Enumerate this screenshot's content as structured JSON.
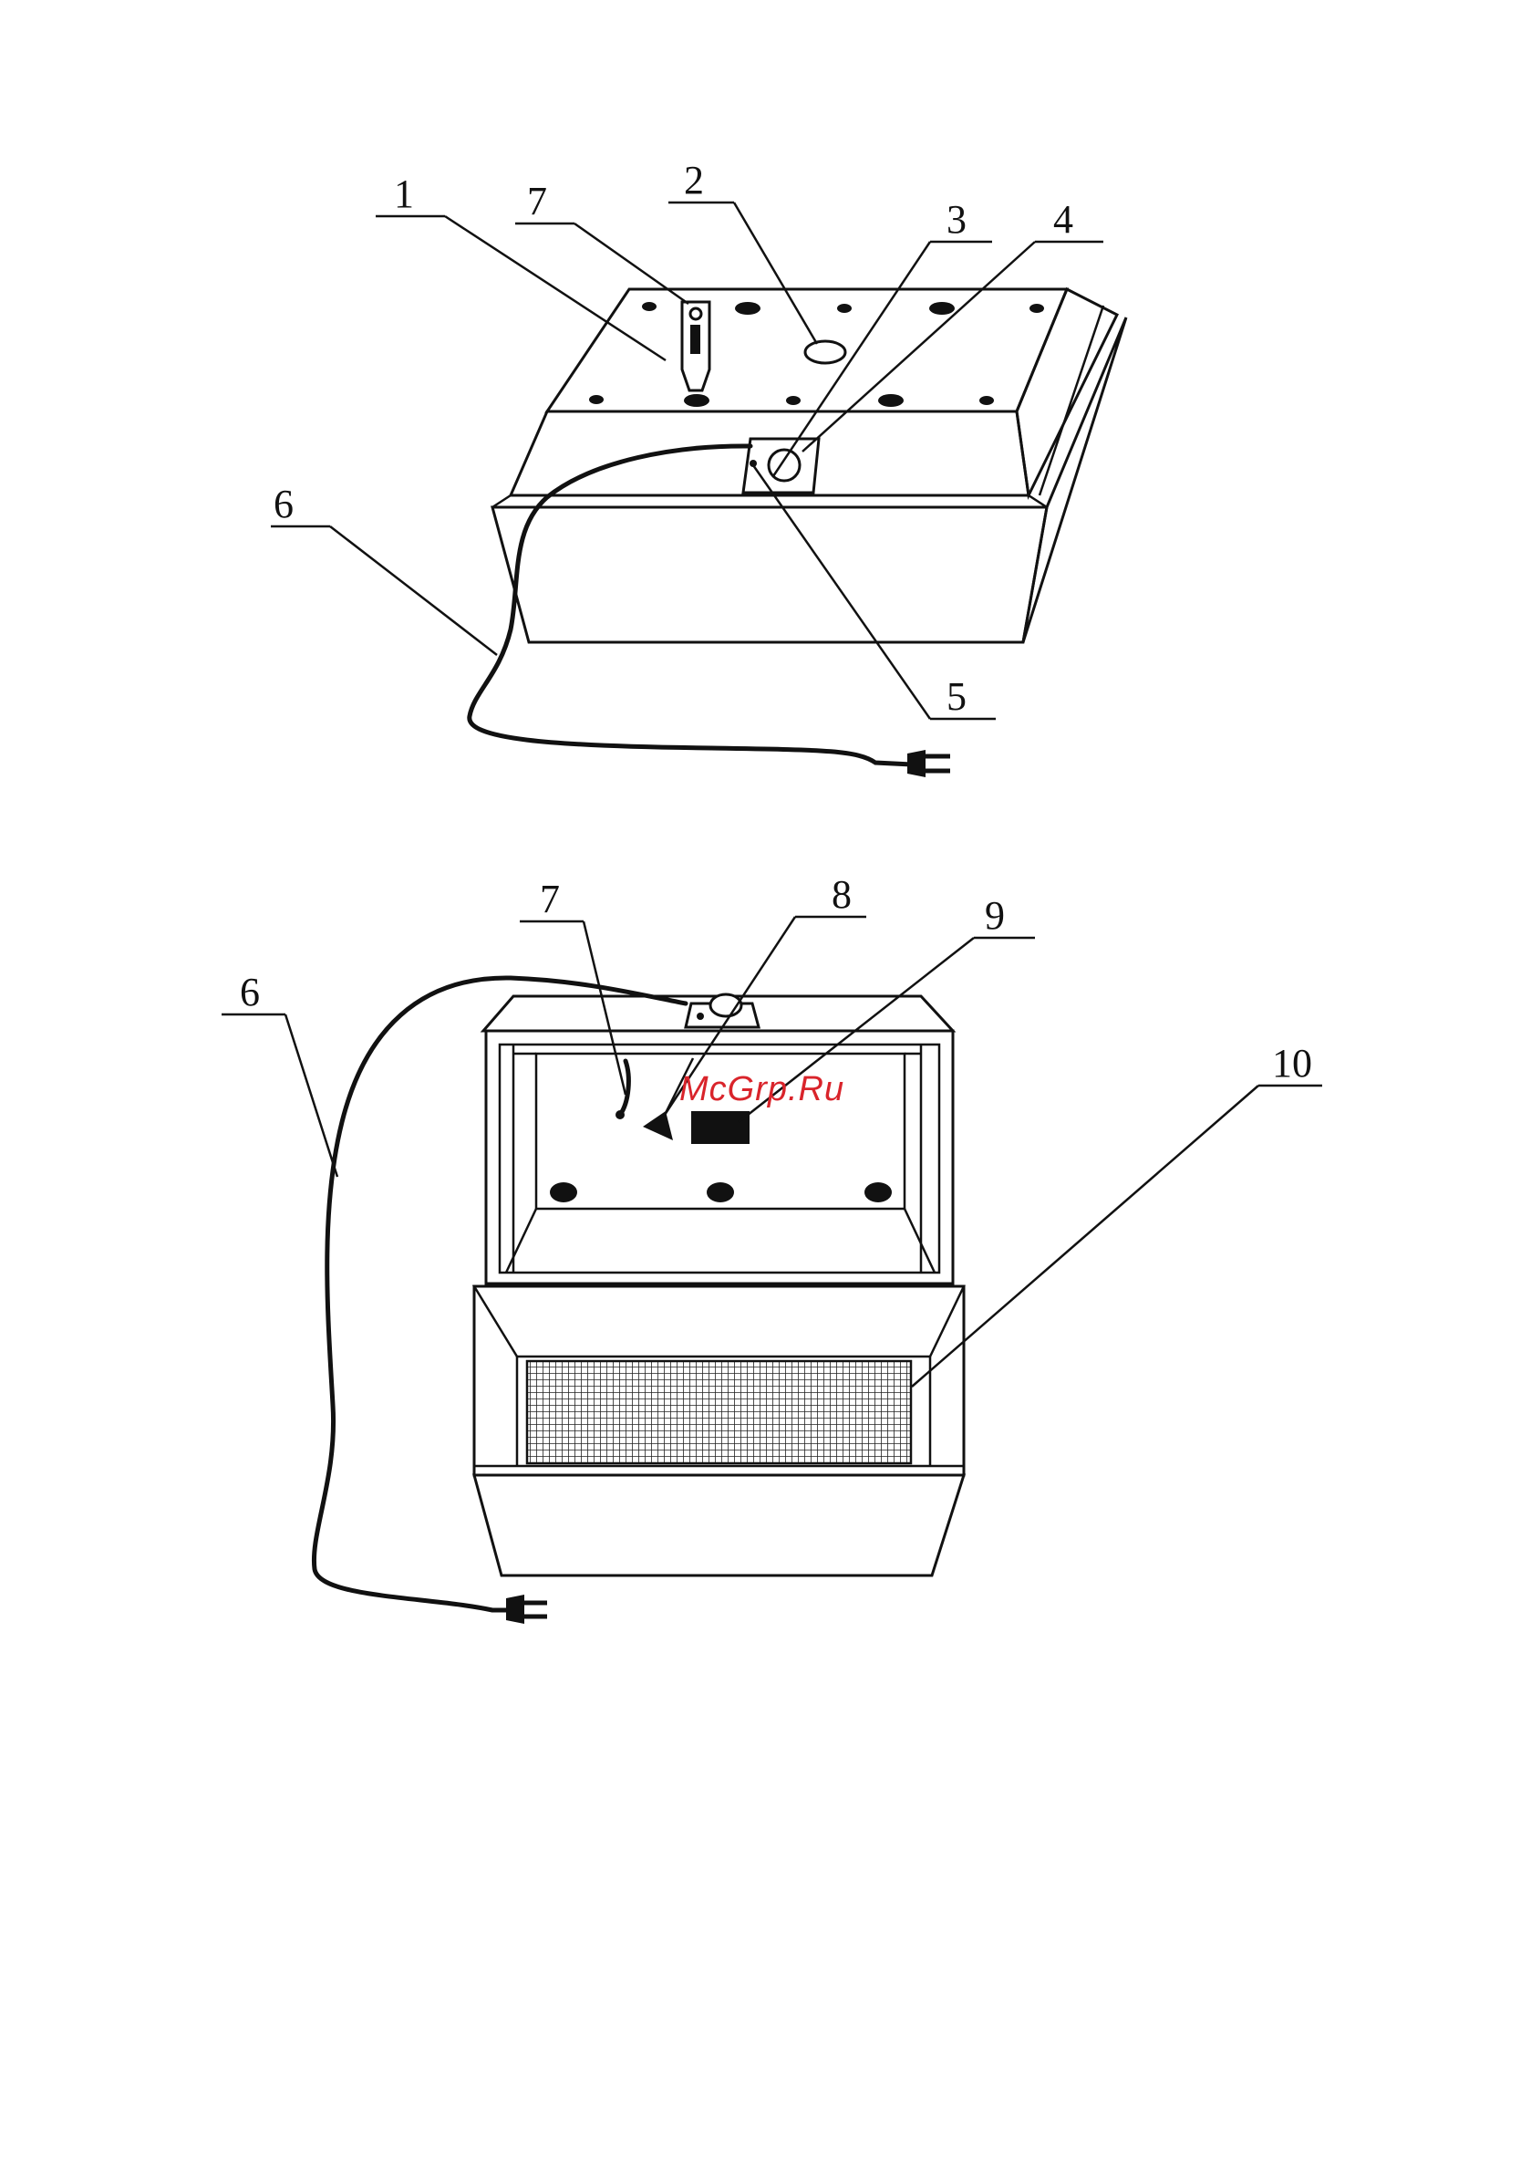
{
  "watermark": "McGrp.Ru",
  "figure_top": {
    "labels": [
      "1",
      "7",
      "2",
      "3",
      "4",
      "6",
      "5"
    ]
  },
  "figure_bottom": {
    "labels": [
      "7",
      "8",
      "9",
      "6",
      "10"
    ]
  }
}
